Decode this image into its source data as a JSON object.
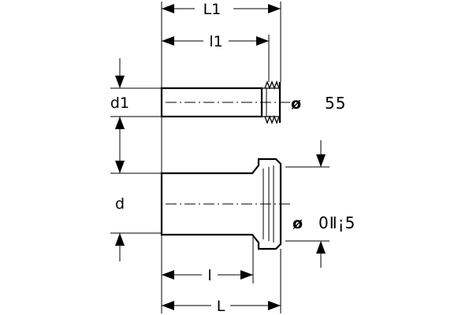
{
  "labels": {
    "L1": "L1",
    "l1": "l1",
    "d1": "d1",
    "d": "d",
    "l": "l",
    "L": "L",
    "diameter_symbol": "ø",
    "top_diameter_value": "55",
    "bottom_diameter_value": "0Ⅱ¡5"
  }
}
